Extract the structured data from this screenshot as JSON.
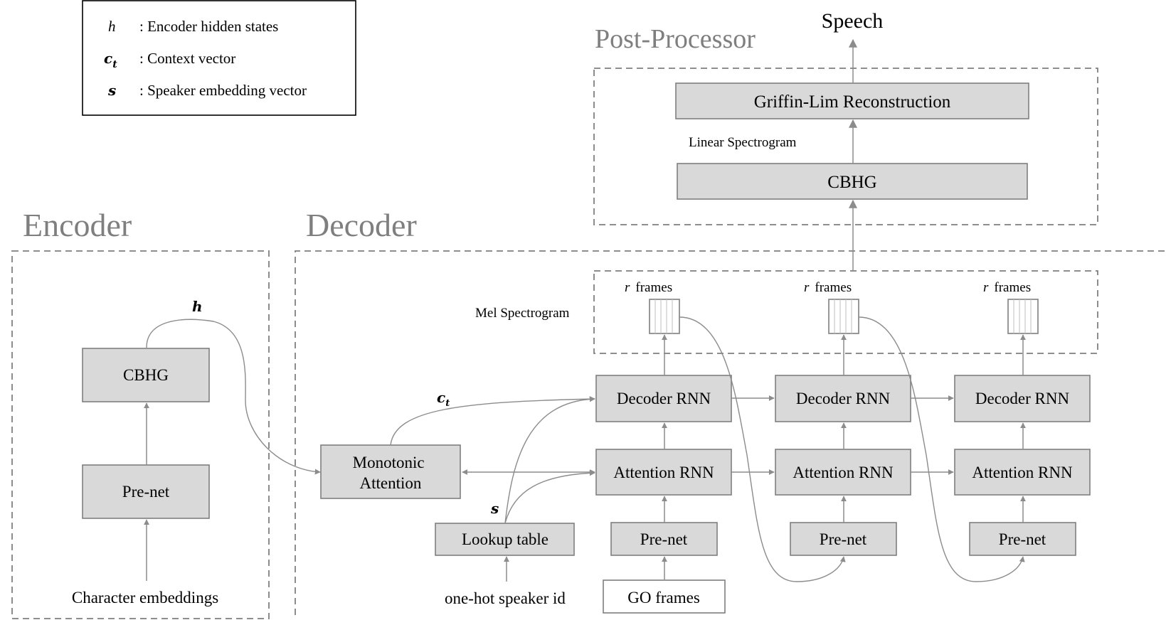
{
  "legend": {
    "items": [
      {
        "symbol": "h",
        "sub": "",
        "text": ": Encoder hidden states"
      },
      {
        "symbol": "c",
        "sub": "t",
        "text": ": Context vector"
      },
      {
        "symbol": "s",
        "sub": "",
        "text": ": Speaker embedding vector"
      }
    ]
  },
  "sections": {
    "encoder": "Encoder",
    "decoder": "Decoder",
    "post_processor": "Post-Processor"
  },
  "encoder": {
    "cbhg": "CBHG",
    "prenet": "Pre-net",
    "input": "Character embeddings",
    "h_label": "h"
  },
  "post": {
    "output": "Speech",
    "griffin": "Griffin-Lim Reconstruction",
    "linear": "Linear Spectrogram",
    "cbhg": "CBHG"
  },
  "decoder": {
    "attention": [
      "Monotonic",
      "Attention"
    ],
    "ct_label": "c",
    "ct_sub": "t",
    "s_label": "s",
    "lookup": "Lookup table",
    "speaker_input": "one-hot speaker id",
    "mel": "Mel Spectrogram",
    "r_symbol": "r",
    "frames_word": "frames",
    "decoder_rnn": "Decoder RNN",
    "attention_rnn": "Attention RNN",
    "prenet": "Pre-net",
    "go": "GO frames"
  }
}
